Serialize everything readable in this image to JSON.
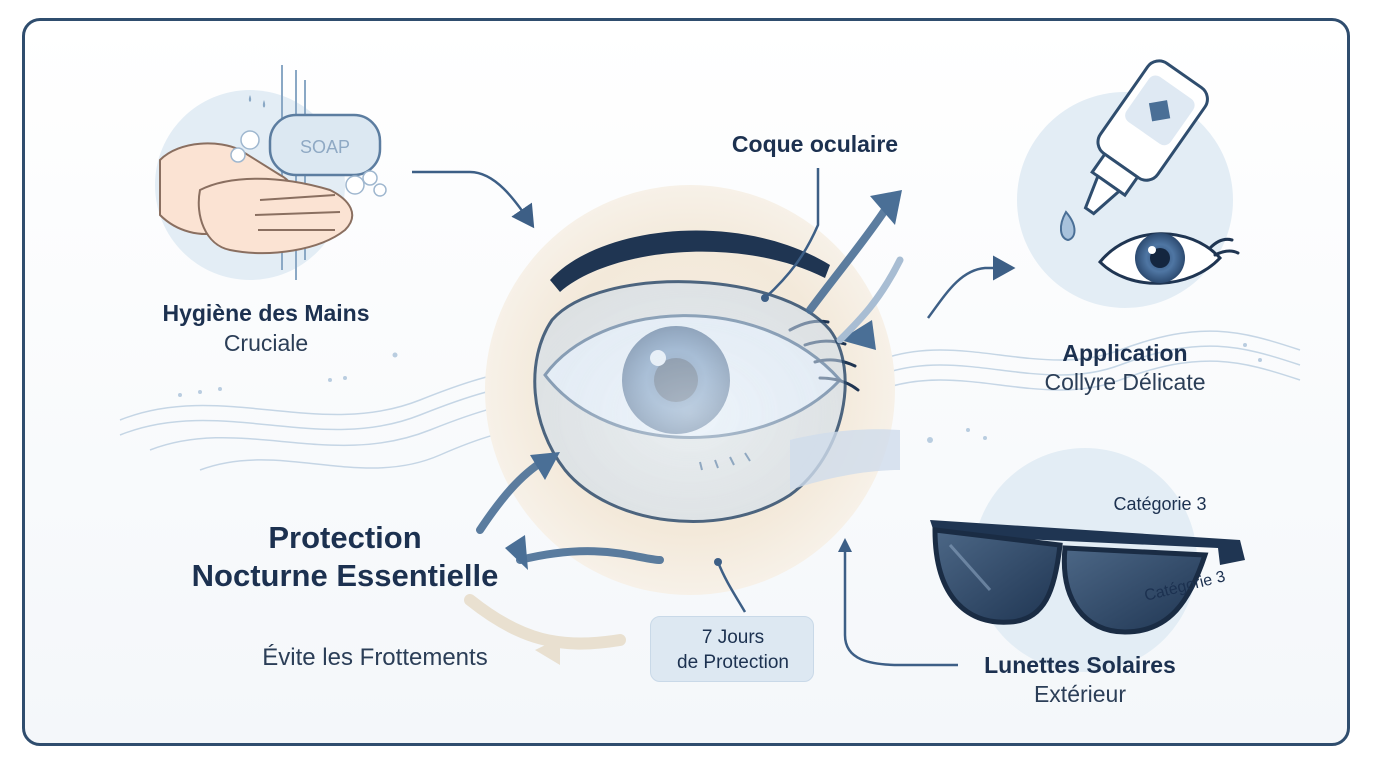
{
  "labels": {
    "hygiene_title": "Hygiène des Mains",
    "hygiene_sub": "Cruciale",
    "coque": "Coque oculaire",
    "application_title": "Application",
    "application_sub": "Collyre Délicate",
    "protection_line1": "Protection",
    "protection_line2": "Nocturne Essentielle",
    "evite": "Évite les Frottements",
    "badge_line1": "7 Jours",
    "badge_line2": "de Protection",
    "lunettes_title": "Lunettes Solaires",
    "lunettes_sub": "Extérieur",
    "categorie_1": "Catégorie 3",
    "categorie_2": "Catégorie 3",
    "soap_text": "SOAP"
  },
  "icons": [
    "hands-soap-icon",
    "eye-shield-icon",
    "eye-drops-icon",
    "sunglasses-icon"
  ],
  "colors": {
    "frame": "#2f4d6e",
    "title_text": "#1c3150",
    "accent_blue": "#4a6f96",
    "light_blue": "#dde8f2",
    "halo": "#f2e9dc"
  }
}
